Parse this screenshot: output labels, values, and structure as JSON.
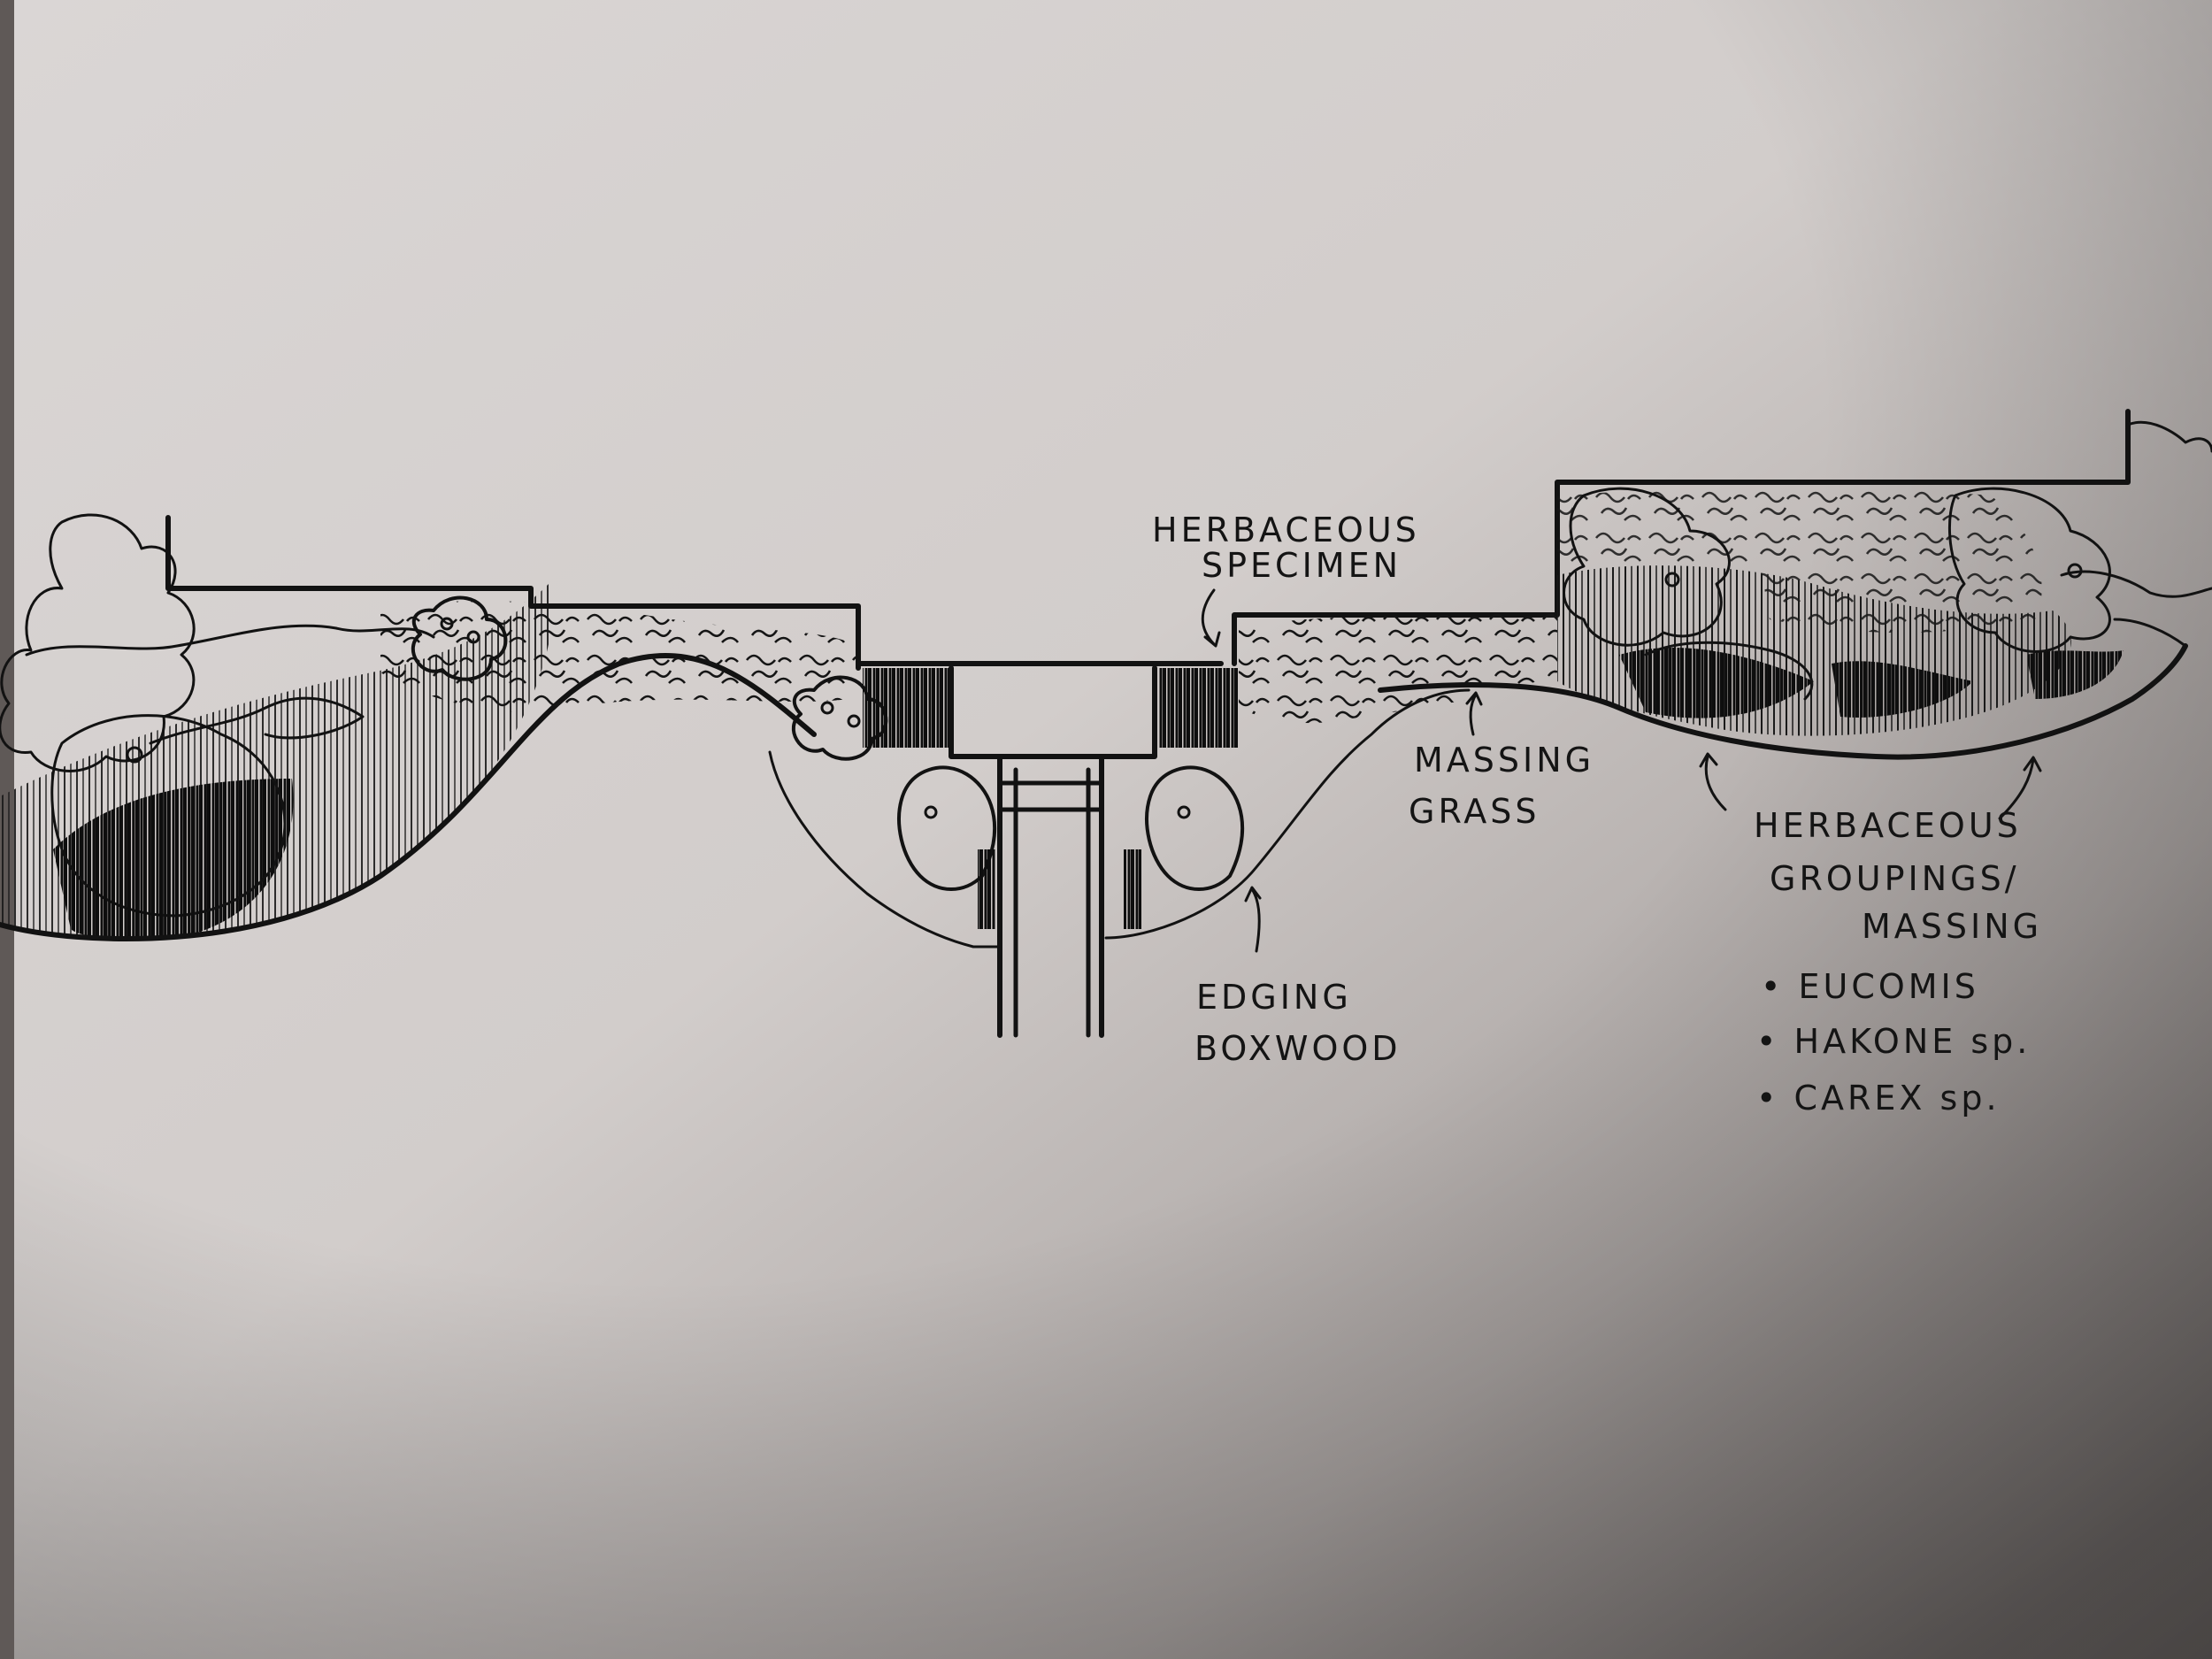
{
  "labels": {
    "herbaceous_specimen": [
      "HERBACEOUS",
      "SPECIMEN"
    ],
    "massing_grass": [
      "MASSING",
      "GRASS"
    ],
    "edging_boxwood": [
      "EDGING",
      "BOXWOOD"
    ],
    "herbaceous_groupings": [
      "HERBACEOUS",
      "GROUPINGS/",
      "MASSING"
    ],
    "plant_list": [
      "• EUCOMIS",
      "• HAKONE sp.",
      "• CAREX sp."
    ]
  },
  "colors": {
    "paper_light": "#dedad9",
    "paper_dark": "#7b7573",
    "ink": "#121212",
    "background_edge": "#5f5957"
  },
  "icons": [
    "shrub-symbol",
    "tree-canopy",
    "hatching",
    "leader-arrow"
  ]
}
